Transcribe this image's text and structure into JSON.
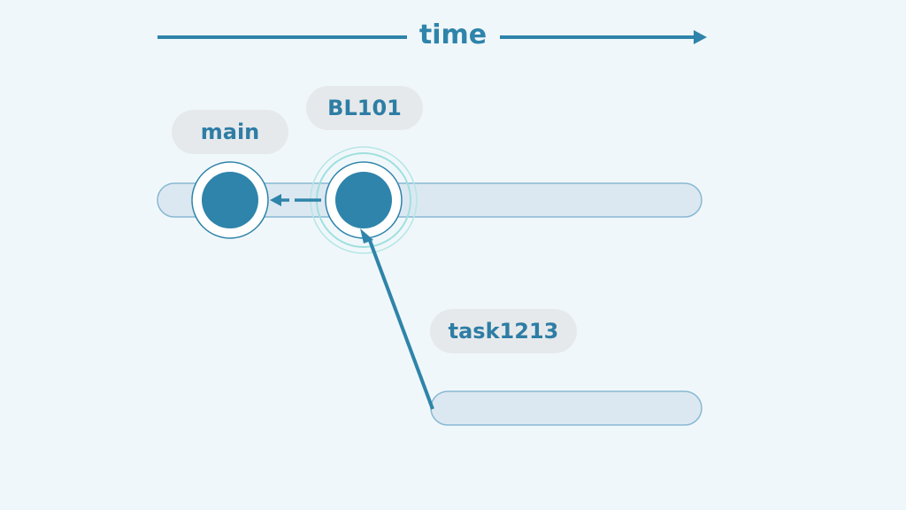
{
  "timeline": {
    "label": "time"
  },
  "labels": {
    "main": "main",
    "bl101": "BL101",
    "task": "task1213"
  },
  "colors": {
    "background": "#f0f7fa",
    "accent": "#2e84aa",
    "node_fill": "#2e84aa",
    "branch_bar": "#dce8f1",
    "branch_bar_border": "#87b8d3",
    "pill_background": "#e6e9eb",
    "highlight_ring": "#9fe0df"
  }
}
